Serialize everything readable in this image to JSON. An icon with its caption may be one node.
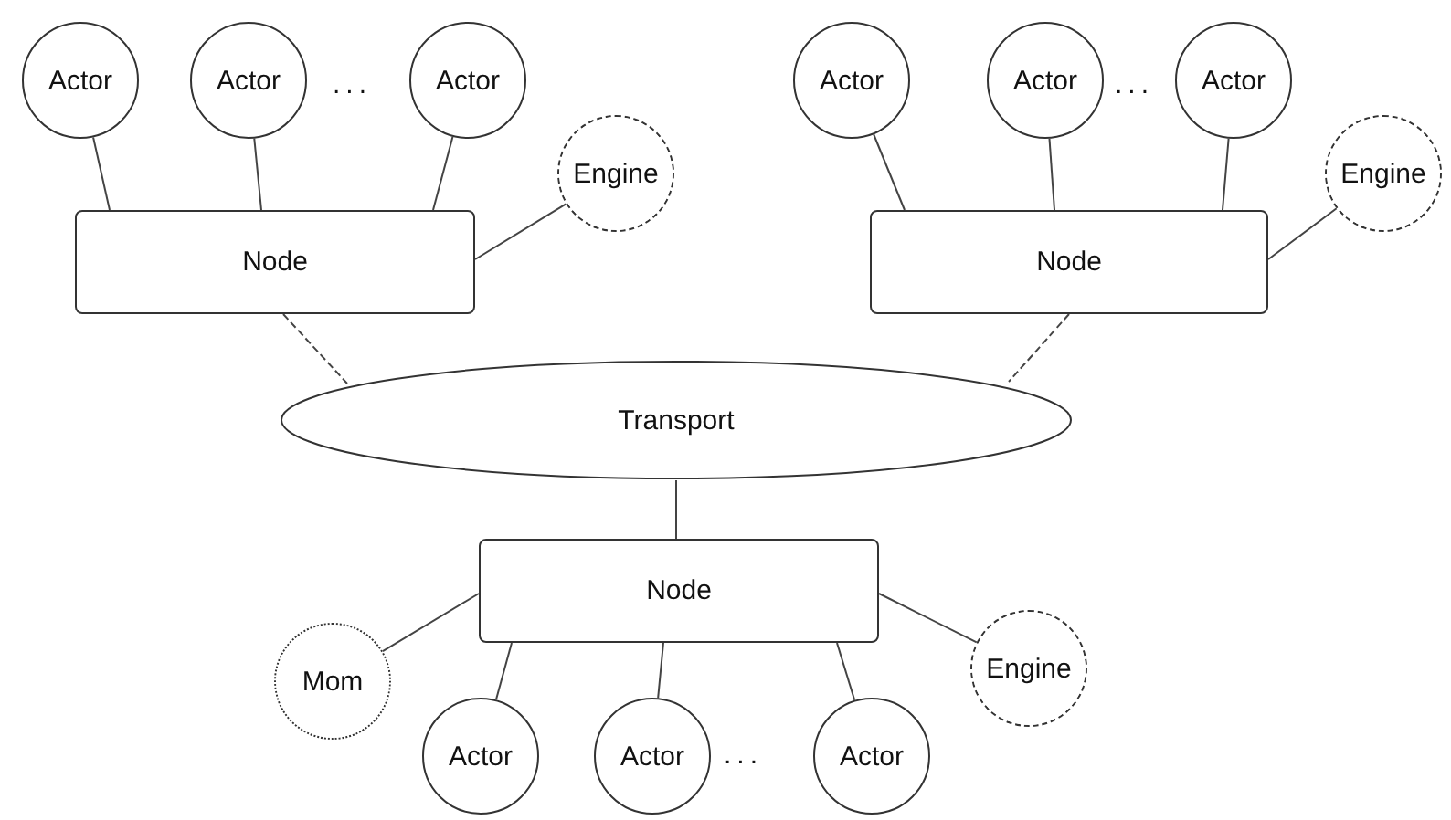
{
  "diagram": {
    "nodes": [
      {
        "text": [
          "Actor"
        ]
      },
      {
        "text": [
          "Actor"
        ]
      },
      {
        "text": [
          "Actor"
        ]
      },
      {
        "text": [
          "Actor"
        ]
      },
      {
        "text": [
          "Actor"
        ]
      },
      {
        "text": [
          "Actor"
        ]
      },
      {
        "text": [
          "Engine"
        ]
      },
      {
        "text": [
          "Node"
        ]
      },
      {
        "text": [
          "Engine"
        ]
      },
      {
        "text": [
          "Node"
        ]
      },
      {
        "text": [
          "Transport"
        ]
      },
      {
        "text": [
          "Node"
        ]
      },
      {
        "text": [
          "Mom"
        ]
      },
      {
        "text": [
          "Engine"
        ]
      },
      {
        "text": [
          "Actor"
        ]
      },
      {
        "text": [
          "Actor"
        ]
      },
      {
        "text": [
          "Actor"
        ]
      }
    ],
    "edges": [
      {
        "from": 0,
        "to": 7,
        "arrow": "none"
      },
      {
        "from": 1,
        "to": 7,
        "arrow": "none"
      },
      {
        "from": 2,
        "to": 7,
        "arrow": "none"
      },
      {
        "from": 6,
        "to": 7,
        "arrow": "none"
      },
      {
        "from": 3,
        "to": 9,
        "arrow": "none"
      },
      {
        "from": 4,
        "to": 9,
        "arrow": "none"
      },
      {
        "from": 5,
        "to": 9,
        "arrow": "none"
      },
      {
        "from": 8,
        "to": 9,
        "arrow": "none"
      },
      {
        "from": 7,
        "to": 10,
        "arrow": "none",
        "style": "dashed"
      },
      {
        "from": 9,
        "to": 10,
        "arrow": "none",
        "style": "dashed"
      },
      {
        "from": 10,
        "to": 11,
        "arrow": "none"
      },
      {
        "from": 11,
        "to": 12,
        "arrow": "none"
      },
      {
        "from": 11,
        "to": 13,
        "arrow": "none"
      },
      {
        "from": 11,
        "to": 14,
        "arrow": "none"
      },
      {
        "from": 11,
        "to": 15,
        "arrow": "none"
      },
      {
        "from": 11,
        "to": 16,
        "arrow": "none"
      }
    ],
    "labels": [
      "...",
      "...",
      "..."
    ]
  }
}
